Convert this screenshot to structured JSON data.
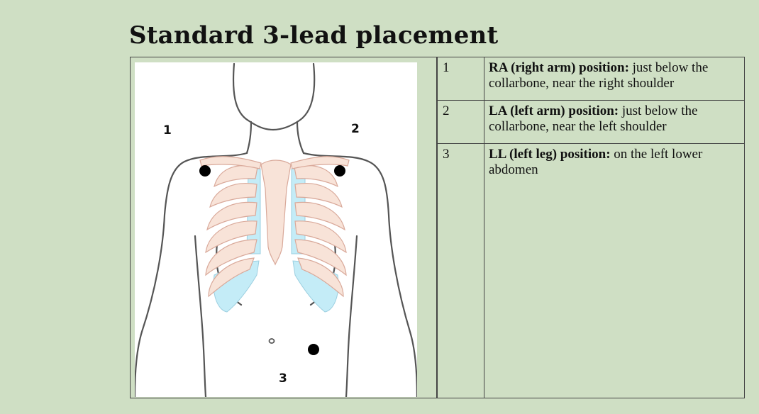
{
  "title": "Standard 3-lead placement",
  "figure": {
    "labels": [
      "1",
      "2",
      "3"
    ],
    "colors": {
      "outline": "#555555",
      "rib": "#f8e3d8",
      "rib_stroke": "#d9a99a",
      "cartilage": "#c4ecf7",
      "electrode": "#000000"
    }
  },
  "leads": [
    {
      "number": "1",
      "name": "RA (right arm) position:",
      "description": "just below the collarbone, near the right shoulder"
    },
    {
      "number": "2",
      "name": "LA (left arm) position:",
      "description": "just below the collarbone, near the left shoulder"
    },
    {
      "number": "3",
      "name": "LL (left leg) position:",
      "description": "on the left lower abdomen"
    }
  ]
}
